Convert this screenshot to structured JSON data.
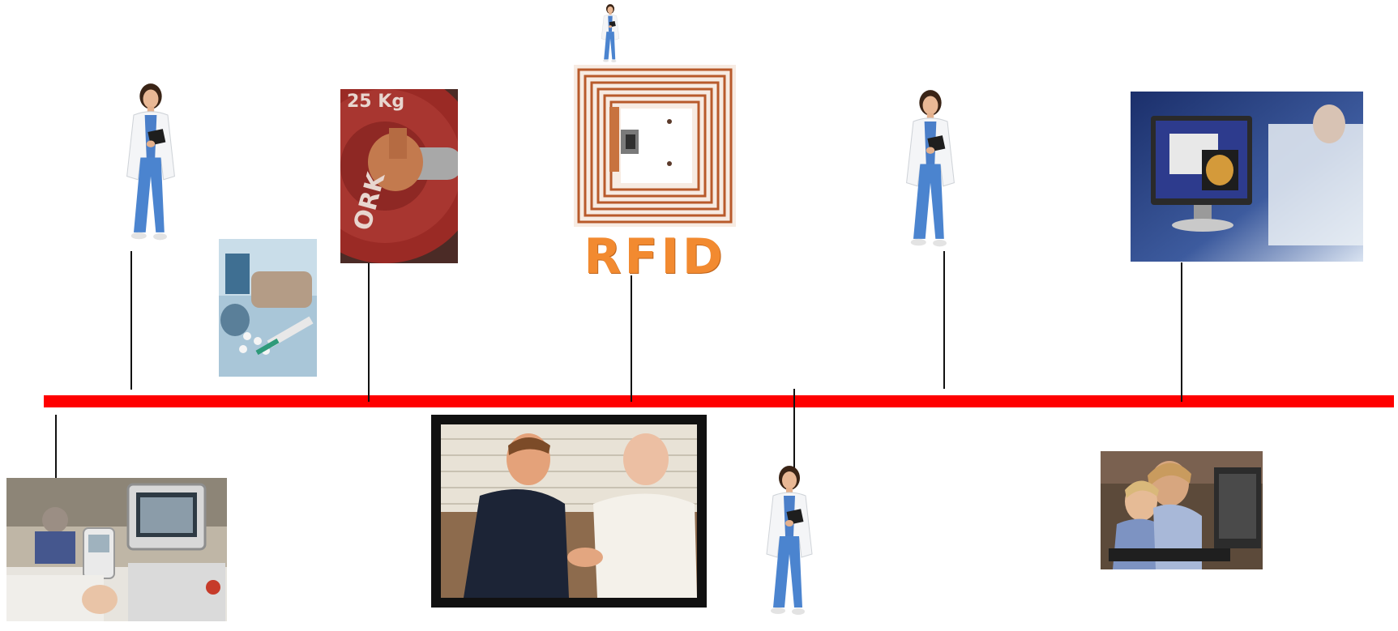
{
  "diagram": {
    "line_color": "#ff0000",
    "rfid": {
      "label": "RFID",
      "label_color": "#f28a30"
    },
    "weight_plate": {
      "top_text": "25 Kg",
      "side_text": "ORK"
    },
    "items": [
      {
        "name": "bedside-computer-photo",
        "position": "below"
      },
      {
        "name": "doctor-figure-1",
        "position": "above"
      },
      {
        "name": "medication-supplies-photo",
        "position": "above"
      },
      {
        "name": "weight-plate-photo",
        "position": "above"
      },
      {
        "name": "caregiver-patient-photo",
        "position": "below"
      },
      {
        "name": "rfid-tag-graphic",
        "position": "above"
      },
      {
        "name": "doctor-figure-3",
        "position": "below"
      },
      {
        "name": "doctor-figure-4",
        "position": "above"
      },
      {
        "name": "family-computer-photo",
        "position": "below"
      },
      {
        "name": "medical-imaging-monitor-photo",
        "position": "above"
      }
    ]
  }
}
